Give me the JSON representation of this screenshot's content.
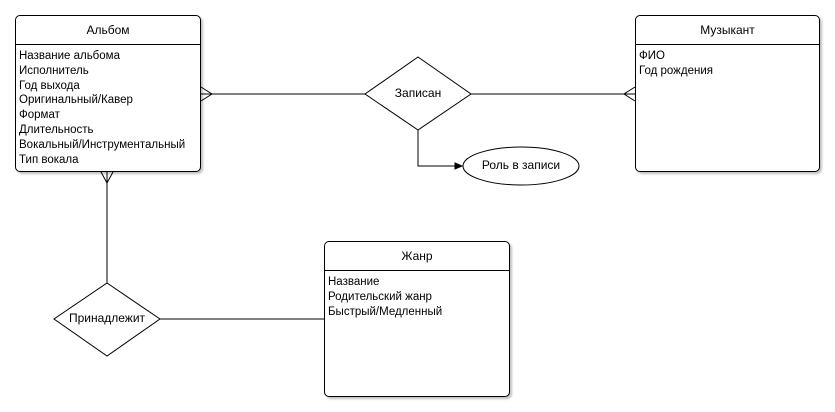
{
  "entities": {
    "album": {
      "title": "Альбом",
      "attributes": [
        "Название альбома",
        "Исполнитель",
        "Год выхода",
        "Оригинальный/Кавер",
        "Формат",
        "Длительность",
        "Вокальный/Инструментальный",
        "Тип вокала"
      ]
    },
    "musician": {
      "title": "Музыкант",
      "attributes": [
        "ФИО",
        "Год рождения"
      ]
    },
    "genre": {
      "title": "Жанр",
      "attributes": [
        "Название",
        "Родительский жанр",
        "Быстрый/Медленный"
      ]
    }
  },
  "relationships": {
    "recorded": "Записан",
    "belongs": "Принадлежит"
  },
  "relationship_attributes": {
    "role": "Роль в записи"
  }
}
